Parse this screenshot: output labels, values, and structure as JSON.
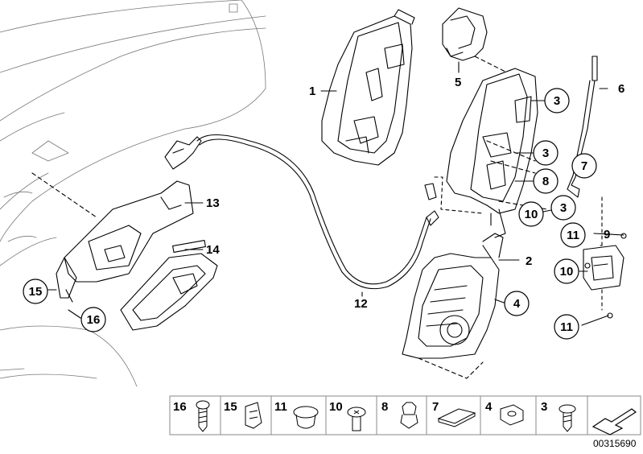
{
  "callouts": {
    "c1": "1",
    "c2": "2",
    "c3a": "3",
    "c3b": "3",
    "c3c": "3",
    "c4": "4",
    "c5": "5",
    "c6": "6",
    "c7": "7",
    "c8": "8",
    "c9": "9",
    "c10a": "10",
    "c10b": "10",
    "c11a": "11",
    "c11b": "11",
    "c12": "12",
    "c13": "13",
    "c14": "14",
    "c15": "15",
    "c16": "16"
  },
  "legend": [
    "16",
    "15",
    "11",
    "10",
    "8",
    "7",
    "4",
    "3"
  ],
  "diagram_code": "00315690",
  "colors": {
    "line": "#000000",
    "background": "#ffffff",
    "legend_divider": "#888888"
  }
}
